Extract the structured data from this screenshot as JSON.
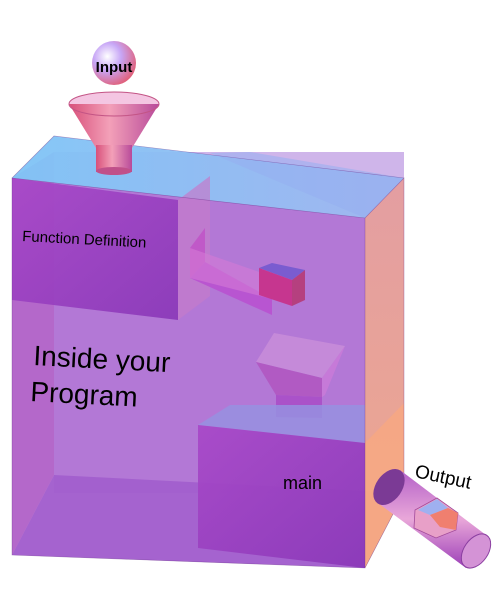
{
  "diagram": {
    "input_label": "Input",
    "function_definition_label": "Function Definition",
    "program_label_line1": "Inside your",
    "program_label_line2": "Program",
    "main_label": "main",
    "output_label": "Output"
  },
  "colors": {
    "box_front": "#9b3fbf",
    "box_top": "#6fb4f0",
    "box_right": "#f0a080",
    "inner_back": "#a06fd0",
    "funnel": "#d06090",
    "ball": "#c080f0"
  }
}
